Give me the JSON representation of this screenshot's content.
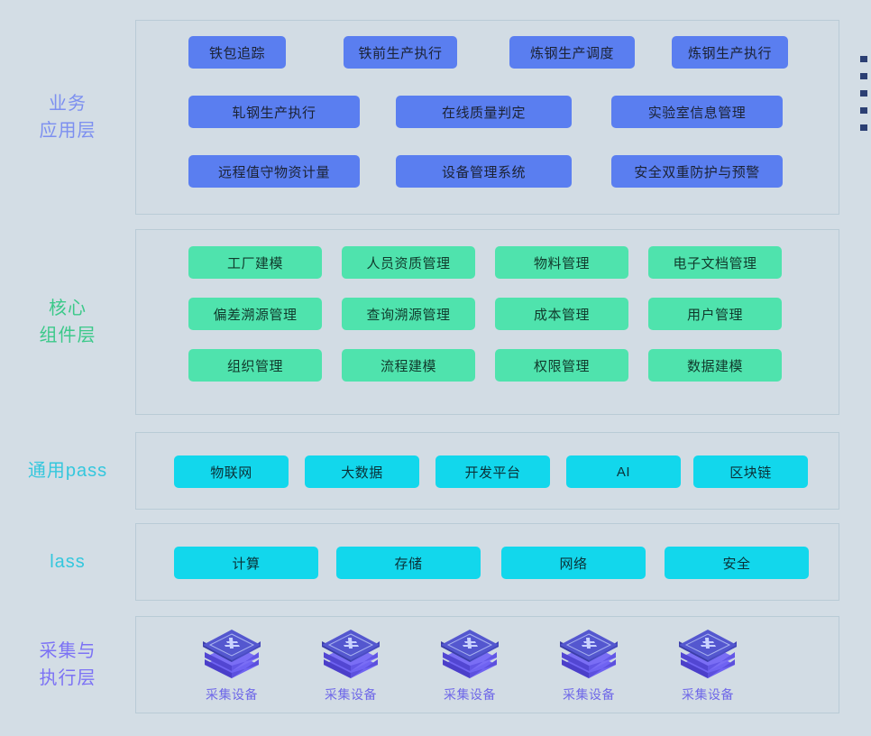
{
  "colors": {
    "page_bg": "#d3dde5",
    "panel_bg": "#d2dce4",
    "panel_border": "#b9cbd6",
    "business_chip": "#5a7ef0",
    "business_label": "#7c8ff0",
    "core_chip": "#4fe3ad",
    "core_label": "#3cc98a",
    "platform_chip": "#12d7ec",
    "platform_label": "#34c7dd",
    "device_label": "#6f68e8",
    "bullet": "#2b3f73"
  },
  "layers": {
    "business": {
      "label": "业务\n应用层",
      "rows": [
        [
          {
            "label": "铁包追踪"
          },
          {
            "label": "铁前生产执行"
          },
          {
            "label": "炼钢生产调度"
          },
          {
            "label": "炼钢生产执行"
          }
        ],
        [
          {
            "label": "轧钢生产执行"
          },
          {
            "label": "在线质量判定"
          },
          {
            "label": "实验室信息管理"
          }
        ],
        [
          {
            "label": "远程值守物资计量"
          },
          {
            "label": "设备管理系统"
          },
          {
            "label": "安全双重防护与预警"
          }
        ]
      ]
    },
    "core": {
      "label": "核心\n组件层",
      "rows": [
        [
          {
            "label": "工厂建模"
          },
          {
            "label": "人员资质管理"
          },
          {
            "label": "物料管理"
          },
          {
            "label": "电子文档管理"
          }
        ],
        [
          {
            "label": "偏差溯源管理"
          },
          {
            "label": "查询溯源管理"
          },
          {
            "label": "成本管理"
          },
          {
            "label": "用户管理"
          }
        ],
        [
          {
            "label": "组织管理"
          },
          {
            "label": "流程建模"
          },
          {
            "label": "权限管理"
          },
          {
            "label": "数据建模"
          }
        ]
      ]
    },
    "paas": {
      "label": "通用pass",
      "items": [
        {
          "label": "物联网"
        },
        {
          "label": "大数据"
        },
        {
          "label": "开发平台"
        },
        {
          "label": "AI"
        },
        {
          "label": "区块链"
        }
      ]
    },
    "iaas": {
      "label": "lass",
      "items": [
        {
          "label": "计算"
        },
        {
          "label": "存储"
        },
        {
          "label": "网络"
        },
        {
          "label": "安全"
        }
      ]
    },
    "collect": {
      "label": "采集与\n执行层",
      "devices": [
        {
          "label": "采集设备",
          "icon": "collection-device-icon"
        },
        {
          "label": "采集设备",
          "icon": "collection-device-icon"
        },
        {
          "label": "采集设备",
          "icon": "collection-device-icon"
        },
        {
          "label": "采集设备",
          "icon": "collection-device-icon"
        },
        {
          "label": "采集设备",
          "icon": "collection-device-icon"
        }
      ]
    }
  },
  "edge_bullets": {
    "count": 5,
    "icon": "bullet-square-icon"
  }
}
